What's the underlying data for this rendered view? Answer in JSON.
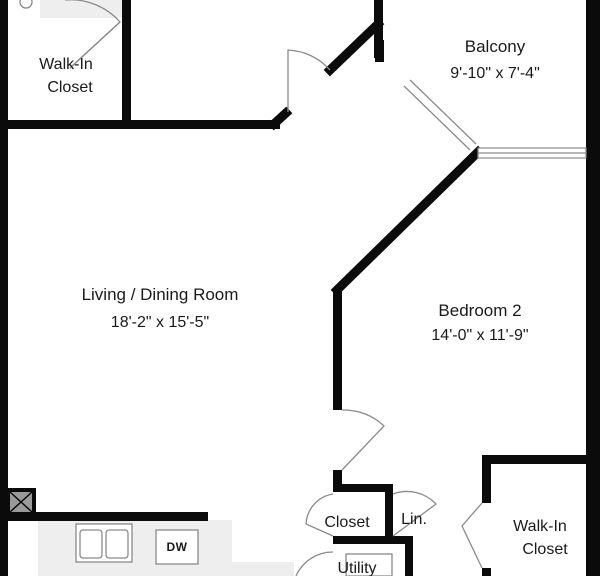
{
  "rooms": {
    "walkin_closet_top": {
      "line1": "Walk-In",
      "line2": "Closet"
    },
    "balcony": {
      "name": "Balcony",
      "dims": "9'-10\" x 7'-4\""
    },
    "living": {
      "name": "Living / Dining Room",
      "dims": "18'-2\" x 15'-5\""
    },
    "bedroom2": {
      "name": "Bedroom 2",
      "dims": "14'-0\" x 11'-9\""
    },
    "closet": {
      "name": "Closet"
    },
    "linen": {
      "name": "Lin."
    },
    "walkin_closet_bottom": {
      "line1": "Walk-In",
      "line2": "Closet"
    },
    "utility": {
      "name": "Utility"
    }
  },
  "appliances": {
    "dishwasher": "DW"
  },
  "colors": {
    "wall": "#0b0b0b",
    "line": "#8a8a8a",
    "counter": "#eeeeee",
    "background": "#ffffff"
  }
}
